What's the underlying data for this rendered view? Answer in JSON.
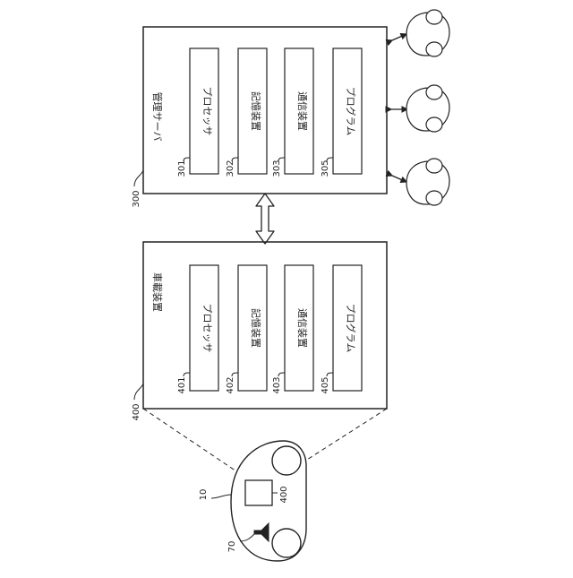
{
  "server": {
    "title": "管理サーバ",
    "ref": "300",
    "components": [
      {
        "label": "プロセッサ",
        "ref": "301"
      },
      {
        "label": "記憶装置",
        "ref": "302"
      },
      {
        "label": "通信装置",
        "ref": "303"
      },
      {
        "label": "プログラム",
        "ref": "305"
      }
    ]
  },
  "device": {
    "title": "車載装置",
    "ref": "400",
    "components": [
      {
        "label": "プロセッサ",
        "ref": "401"
      },
      {
        "label": "記憶装置",
        "ref": "402"
      },
      {
        "label": "通信装置",
        "ref": "403"
      },
      {
        "label": "プログラム",
        "ref": "405"
      }
    ]
  },
  "vehicle": {
    "ref": "10",
    "device_ref": "400",
    "speaker_ref": "70"
  }
}
